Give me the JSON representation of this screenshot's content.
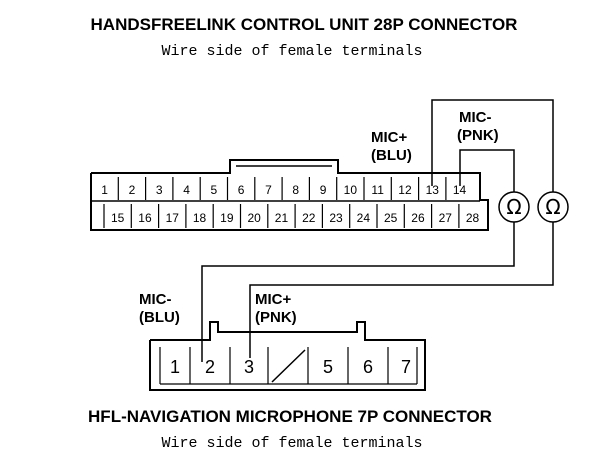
{
  "top_connector": {
    "title": "HANDSFREELINK CONTROL UNIT 28P CONNECTOR",
    "subtitle": "Wire side of female terminals",
    "row1": [
      "1",
      "2",
      "3",
      "4",
      "5",
      "6",
      "7",
      "8",
      "9",
      "10",
      "11",
      "12",
      "13",
      "14"
    ],
    "row2": [
      "15",
      "16",
      "17",
      "18",
      "19",
      "20",
      "21",
      "22",
      "23",
      "24",
      "25",
      "26",
      "27",
      "28"
    ]
  },
  "bottom_connector": {
    "title": "HFL-NAVIGATION MICROPHONE 7P CONNECTOR",
    "subtitle": "Wire side of female terminals",
    "pins": [
      "1",
      "2",
      "3",
      "5",
      "6",
      "7"
    ]
  },
  "labels": {
    "mic_plus_blu_top": [
      "MIC+",
      "(BLU)"
    ],
    "mic_minus_pnk_top": [
      "MIC-",
      "(PNK)"
    ],
    "mic_minus_blu_bottom": [
      "MIC-",
      "(BLU)"
    ],
    "mic_plus_pnk_bottom": [
      "MIC+",
      "(PNK)"
    ]
  },
  "ohm_symbol": "Ω"
}
